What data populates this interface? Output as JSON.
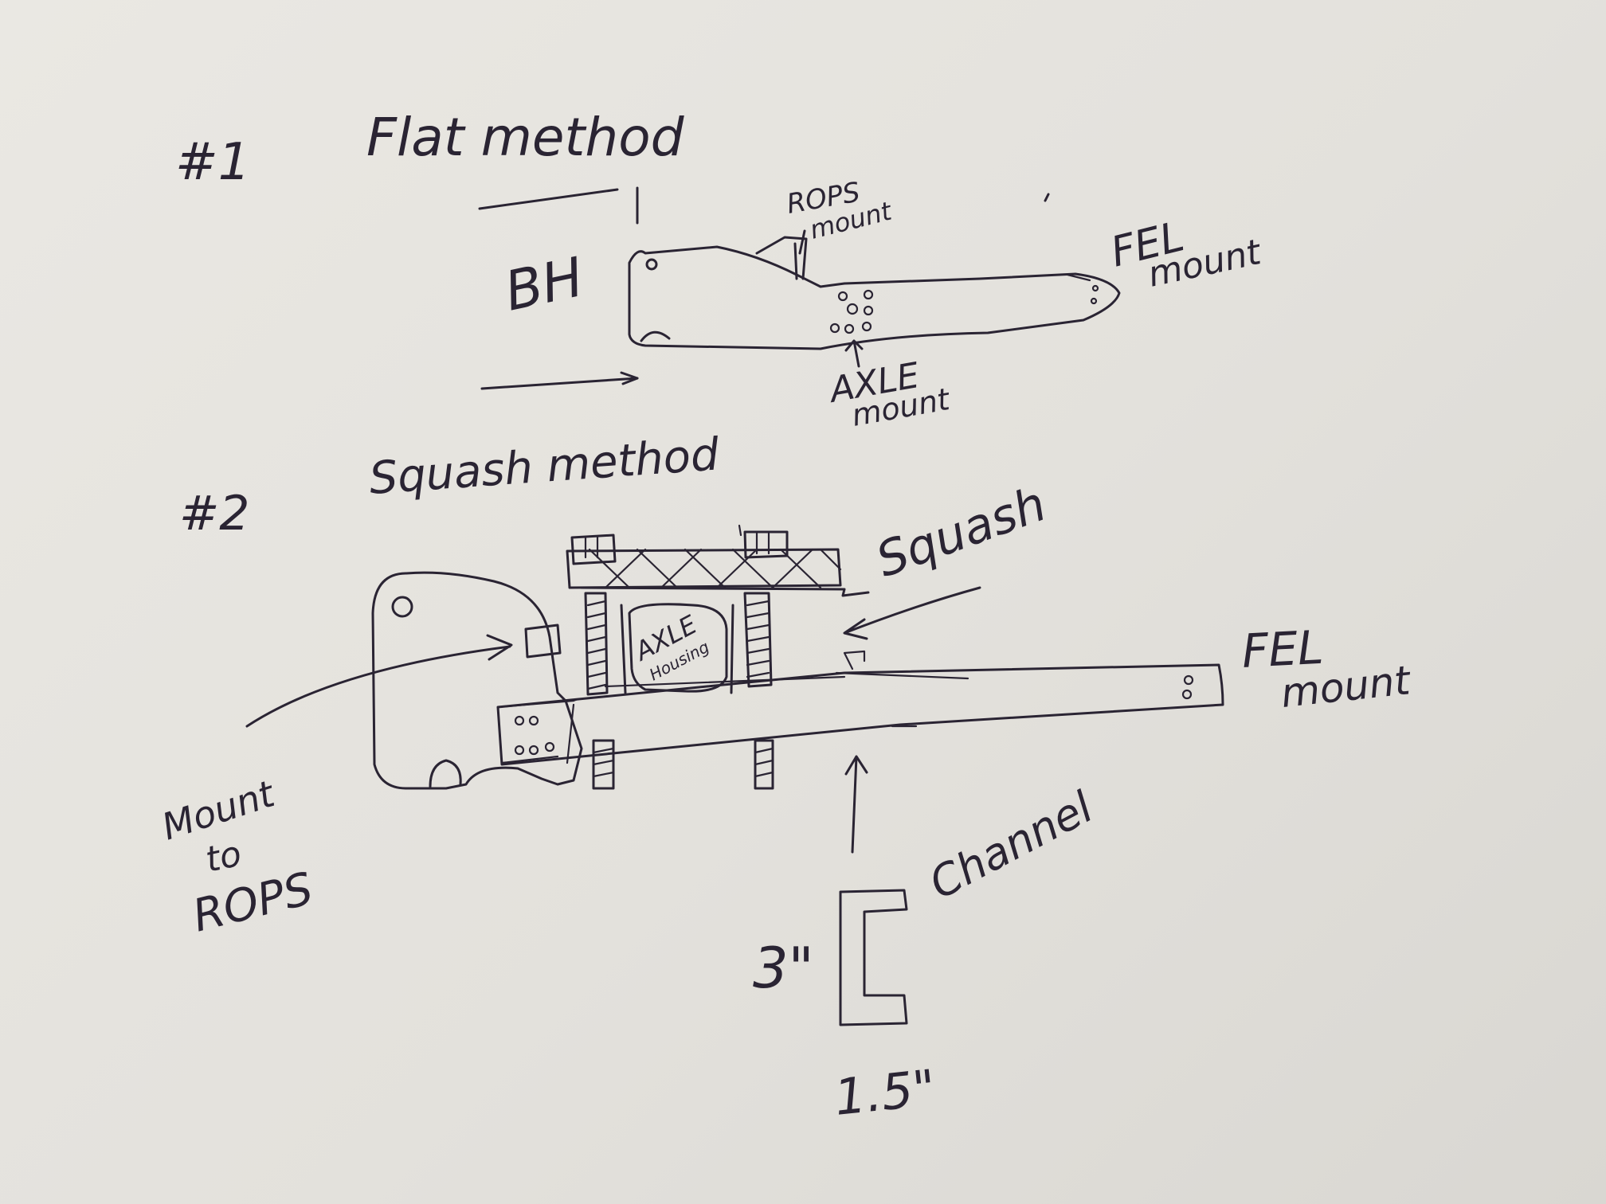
{
  "section1": {
    "number": "#1",
    "title": "Flat method",
    "bh_label": "BH",
    "rops_label": [
      "ROPS",
      "mount"
    ],
    "fel_label": [
      "FEL",
      "mount"
    ],
    "axle_label": [
      "AXLE",
      "mount"
    ]
  },
  "section2": {
    "number": "#2",
    "title": "Squash method",
    "squash_label": "Squash",
    "axle_housing_label": [
      "AXLE",
      "Housing"
    ],
    "fel_label": [
      "FEL",
      "mount"
    ],
    "mount_rops_label": [
      "Mount",
      "to",
      "ROPS"
    ],
    "channel_label": "Channel",
    "height_label": "3\"",
    "width_label": "1.5\""
  },
  "colors": {
    "paper": "#e8e6e1",
    "ink": "#2a2433"
  }
}
